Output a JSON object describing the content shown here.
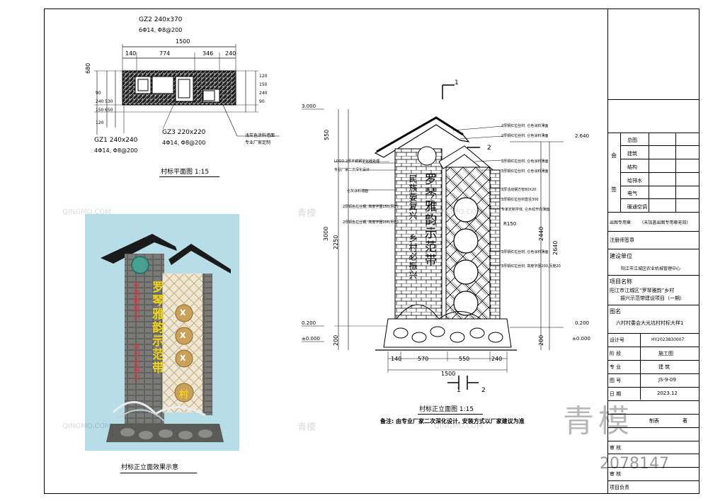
{
  "plan": {
    "gz2_label": "GZ2 240x370",
    "gz2_rebar": "6Φ14, Φ8@200",
    "total_width": "1500",
    "seg_dims": [
      "140",
      "774",
      "346",
      "240"
    ],
    "left_dims": [
      "90",
      "240",
      "150",
      "120"
    ],
    "left_total": "680",
    "left_sub": [
      "530",
      "650"
    ],
    "right_dims": [
      "120",
      "150",
      "240",
      "90"
    ],
    "gz1_label": "GZ1 240x240",
    "gz1_rebar": "4Φ14, Φ8@200",
    "gz3_label": "GZ3 220x220",
    "gz3_rebar": "4Φ14, Φ8@200",
    "note1": "浅灰色涂料墙面",
    "note2": "专业厂家定制",
    "caption": "村标平面图 1:15"
  },
  "effect": {
    "title_big": "罗琴雅韵示范带",
    "left_text_a": "民族要复兴",
    "left_text_b": "乡村必振兴",
    "circles": [
      "X",
      "X",
      "X",
      "村"
    ],
    "caption": "村标正立面效果示意"
  },
  "elevation": {
    "section_marks": [
      "1",
      "2"
    ],
    "levels": [
      "3.000",
      "0.200",
      "±0.000",
      "2.640",
      "0.200",
      "±0.000"
    ],
    "left_dims": [
      "550",
      "2250",
      "3000",
      "200"
    ],
    "right_dims": [
      "2440",
      "2640",
      "200"
    ],
    "bottom_dims": [
      "140",
      "570",
      "550",
      "240"
    ],
    "bottom_total": "1500",
    "title_text": "罗琴雅韵示范带",
    "text_a": "民族要复兴",
    "text_b": "乡村必振兴",
    "radius_label": "R150",
    "annot_left": [
      "LOGO,2厚不锈钢字化经处理",
      "专业厂家二次深化设计",
      "仑灰涂料墙面",
      "2厚铜色拉丝钢, 高度字圈150,厉20",
      "2厚铜色拉丝钢, 高度字圈100,厉20"
    ],
    "annot_right": [
      "2厚铜红拉丝材, 仑色涂料薄面",
      "2厚铜红拉丝材, 仑色涂料薄面",
      "2厚铜红拉丝材, 仑色涂料薄面",
      "2厚铜红拉丝材, 仑色涂料薄面",
      "2厚活动钢方管80X20",
      "2厚铜红拉丝材直径300",
      "专家定制字体, 仑木纹开向薄面",
      "2厚铜红拉丝材, 仑色涂料薄面",
      "2厚铜红拉丝材, 高度字圈200,厉度20"
    ],
    "caption": "村标正立面图 1:15",
    "note": "备注: 由专业厂家二次深化设计, 安装方式以厂家建议为准"
  },
  "title_block": {
    "hui": "会",
    "qian": "签",
    "disciplines": [
      "总图",
      "建筑",
      "结构",
      "给排水",
      "电气",
      "暖通空调"
    ],
    "stamp_label": "出图专用章",
    "stamp_note": "(未加盖出图专用章无效)",
    "reg_label": "注册师签章",
    "client_label": "建设单位",
    "client": "阳江市江城区农业机械管理中心",
    "project_label": "项目名称",
    "project_line1": "阳江市江城区“罗琴雅韵”乡村",
    "project_line2": "振兴示范带建设项目（一期）",
    "drawing_label": "图名",
    "drawing_name": "六村村委会大光坑村村标大样1",
    "rows": [
      {
        "label": "设计号",
        "value": "HY2023830007"
      },
      {
        "label": "阶   段",
        "value": "施工图"
      },
      {
        "label": "专   业",
        "value": "建   筑"
      },
      {
        "label": "图   号",
        "value": "JS-9-09"
      },
      {
        "label": "日   期",
        "value": "2023.12"
      }
    ],
    "bottom_rows": [
      "审  核",
      "审  核",
      "项目负责"
    ],
    "partial_text": [
      "制表",
      "著"
    ]
  },
  "watermark": {
    "brand": "青模",
    "code": "2078147",
    "site": "QINGMO.COM"
  }
}
